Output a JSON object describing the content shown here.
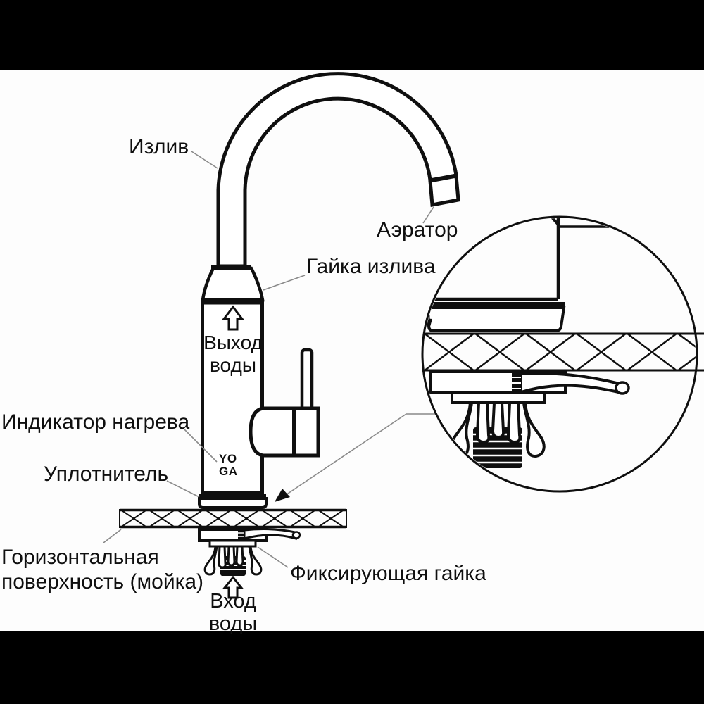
{
  "diagram": {
    "title_none": "",
    "brand": "YO\nGA",
    "labels": {
      "spout": "Излив",
      "aerator": "Аэратор",
      "spout_nut": "Гайка излива",
      "water_outlet": "Выход\nводы",
      "heat_indicator": "Индикатор нагрева",
      "seal": "Уплотнитель",
      "surface": "Горизонтальная\nповерхность (мойка)",
      "fixing_nut": "Фиксирующая гайка",
      "water_inlet": "Вход\nводы"
    },
    "colors": {
      "line": "#0f0f0f",
      "leader": "#8a8a8a",
      "background": "#fdfdfd",
      "letterbox_band": "#000000"
    }
  }
}
